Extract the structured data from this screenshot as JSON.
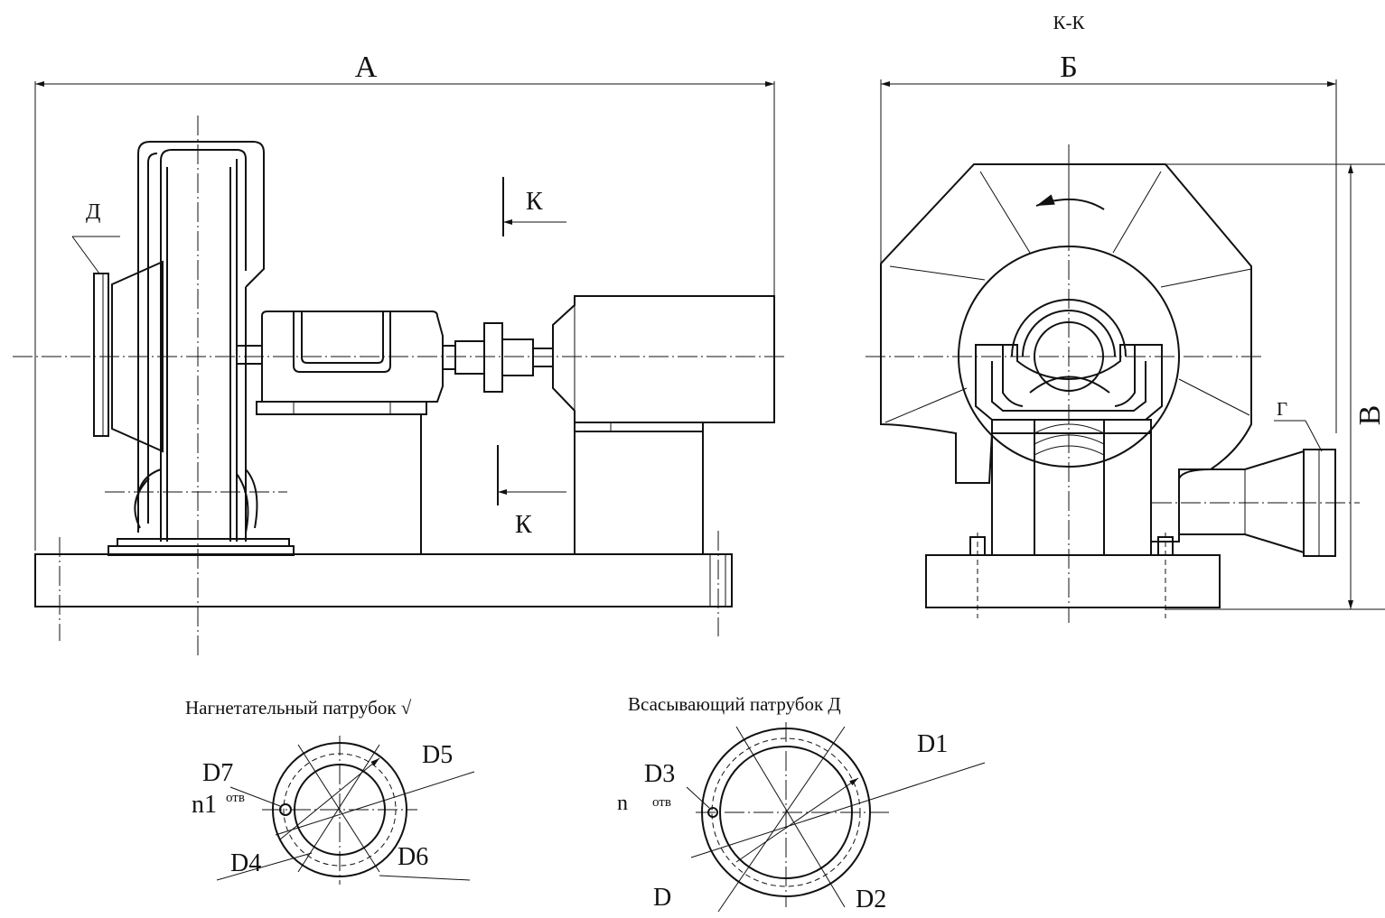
{
  "section_label": "К-К",
  "dimensions": {
    "A": "А",
    "B": "Б",
    "V": "В",
    "G": "Г",
    "D_flange": "Д"
  },
  "section_marks": [
    "К",
    "К"
  ],
  "discharge": {
    "title": "Нагнетательный патрубок √",
    "D7": "D7",
    "n1": "n1",
    "n1_sup": "отв",
    "D5": "D5",
    "D4": "D4",
    "D6": "D6"
  },
  "suction": {
    "title": "Всасывающий патрубок Д",
    "D1": "D1",
    "D3": "D3",
    "n": "n",
    "n_sub": "отв",
    "D": "D",
    "D2": "D2"
  }
}
